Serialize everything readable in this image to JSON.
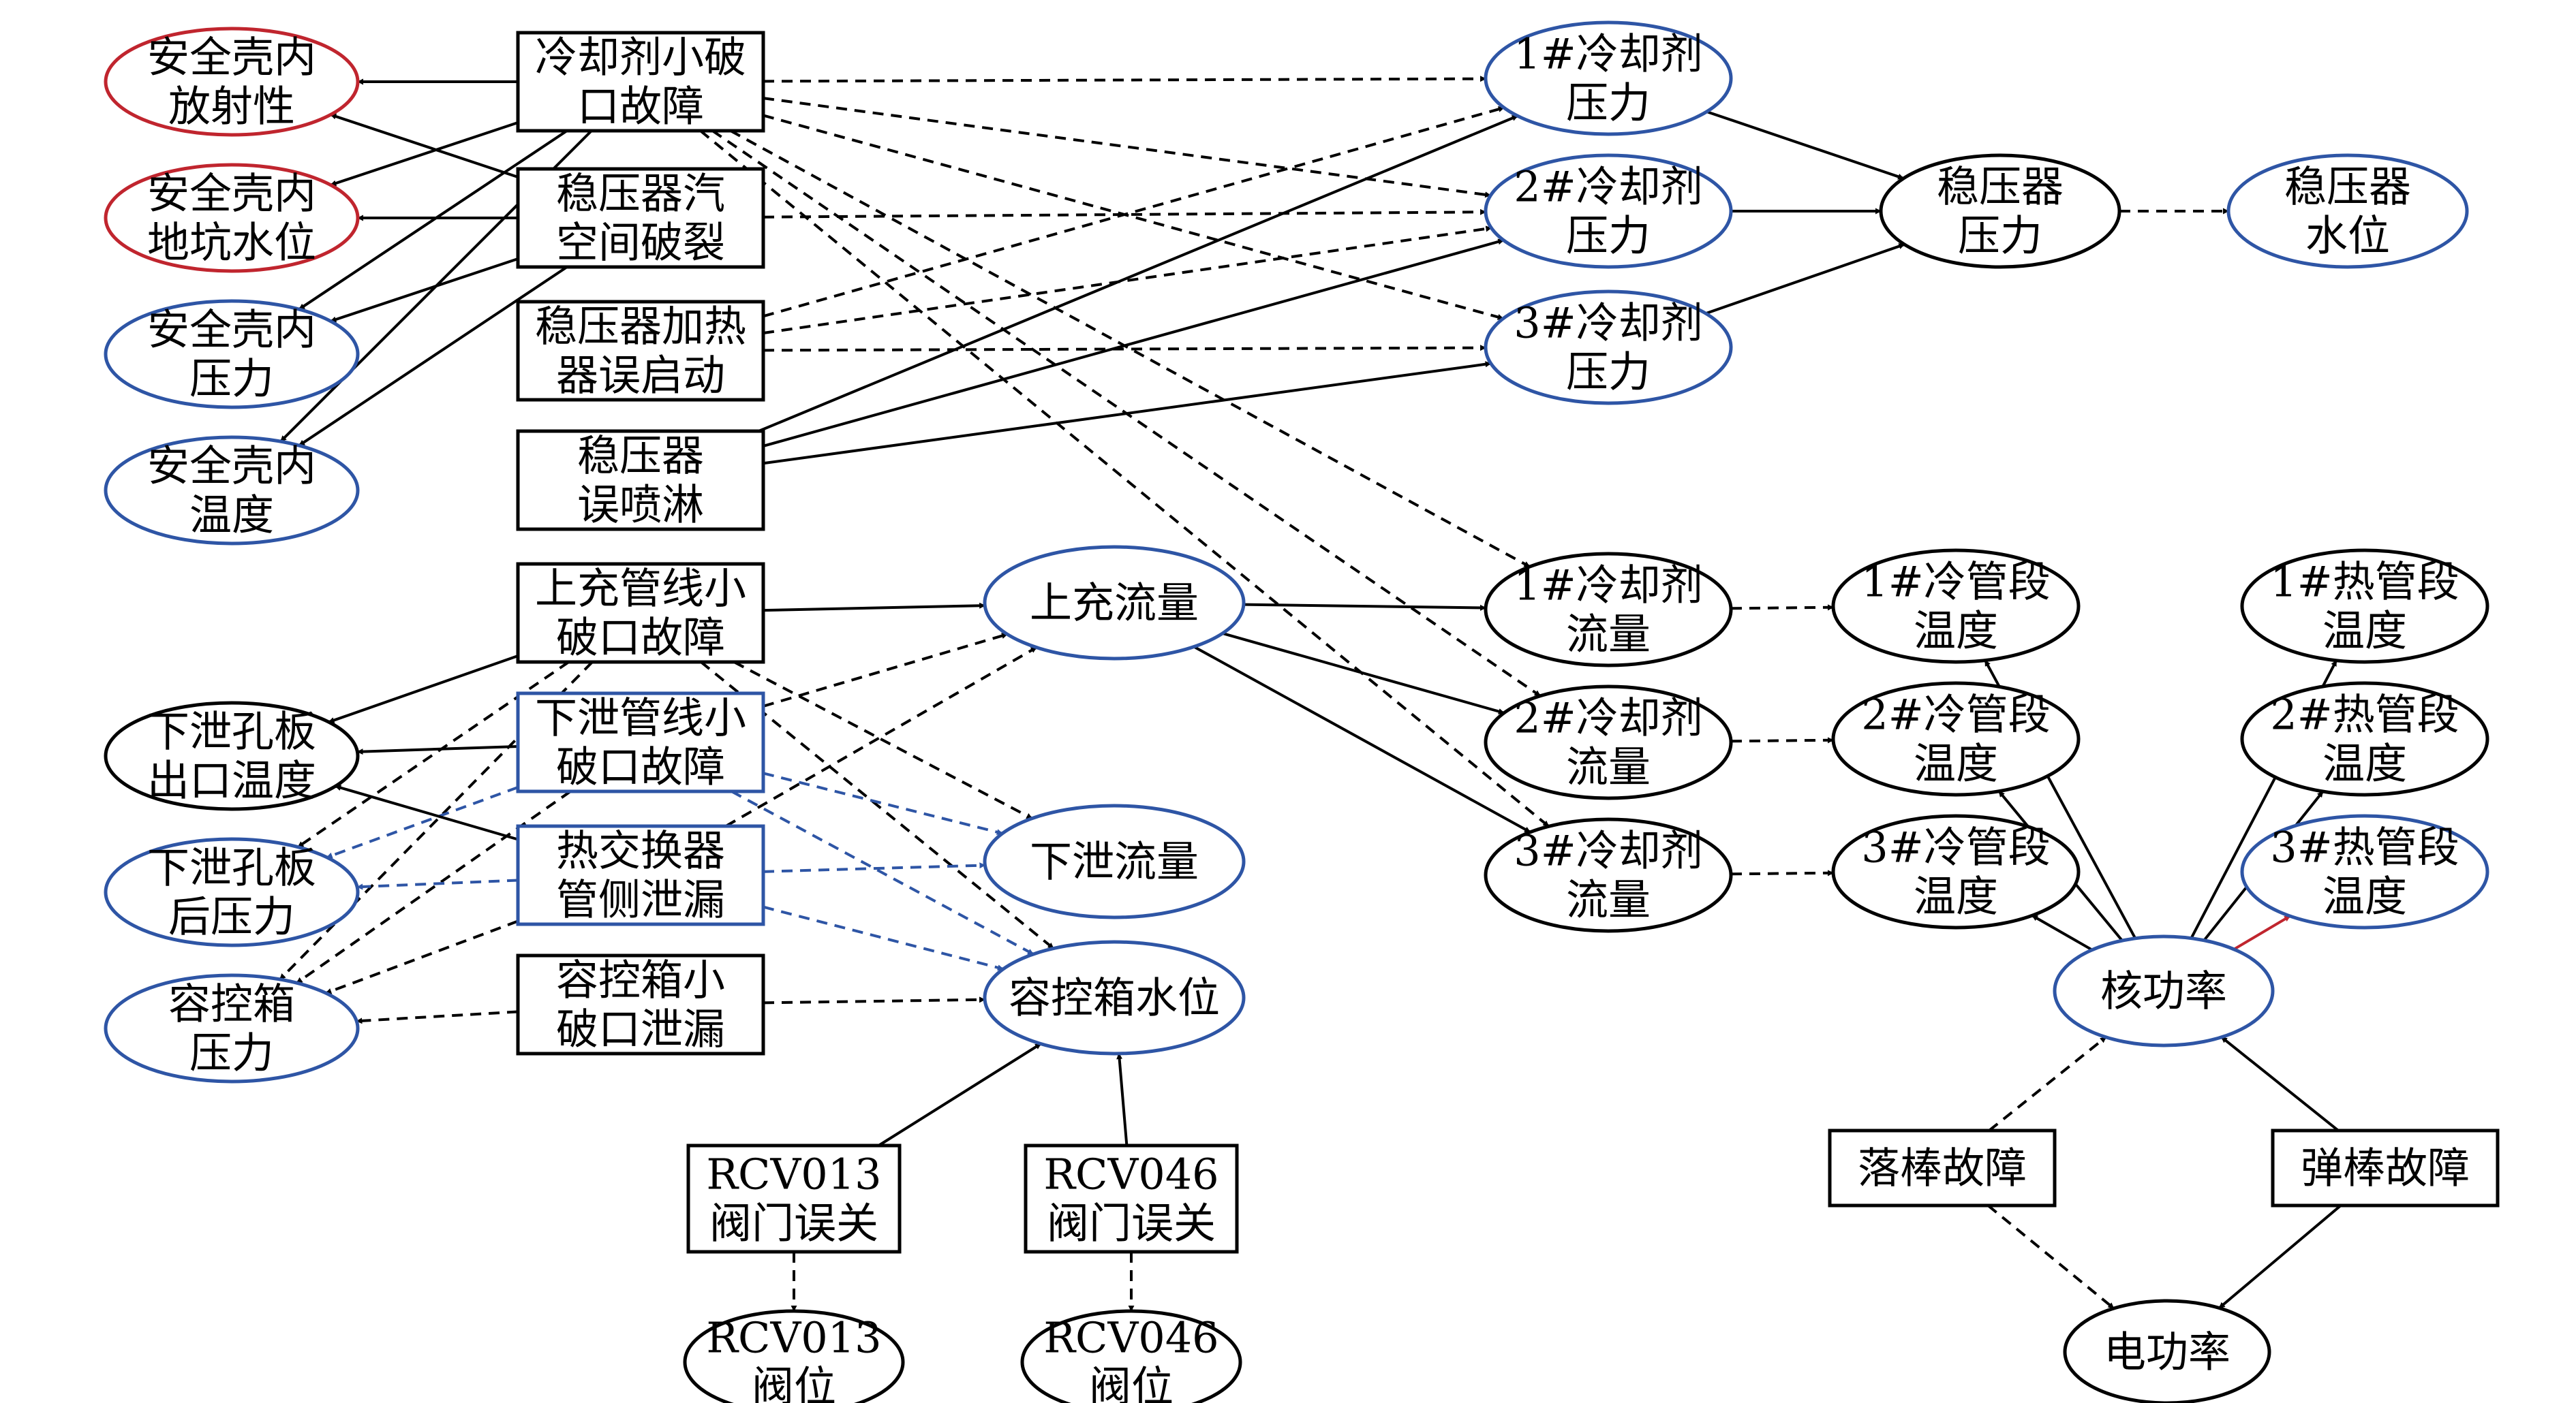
{
  "colors": {
    "red": "#c0252e",
    "blue": "#2e55a5",
    "black": "#000000"
  },
  "nodes": {
    "n_fangshe": {
      "lines": [
        "安全壳内",
        "放射性"
      ],
      "shape": "ellipse",
      "color": "red"
    },
    "n_dikeng": {
      "lines": [
        "安全壳内",
        "地坑水位"
      ],
      "shape": "ellipse",
      "color": "red"
    },
    "n_yali": {
      "lines": [
        "安全壳内",
        "压力"
      ],
      "shape": "ellipse",
      "color": "blue"
    },
    "n_wendu": {
      "lines": [
        "安全壳内",
        "温度"
      ],
      "shape": "ellipse",
      "color": "blue"
    },
    "f_lqjxpk": {
      "lines": [
        "冷却剂小破",
        "口故障"
      ],
      "shape": "rect",
      "color": "black"
    },
    "f_wyqq": {
      "lines": [
        "稳压器汽",
        "空间破裂"
      ],
      "shape": "rect",
      "color": "black"
    },
    "f_wyqjr": {
      "lines": [
        "稳压器加热",
        "器误启动"
      ],
      "shape": "rect",
      "color": "black"
    },
    "f_wyqpl": {
      "lines": [
        "稳压器",
        "误喷淋"
      ],
      "shape": "rect",
      "color": "black"
    },
    "f_scgx": {
      "lines": [
        "上充管线小",
        "破口故障"
      ],
      "shape": "rect",
      "color": "black"
    },
    "f_xxgx": {
      "lines": [
        "下泄管线小",
        "破口故障"
      ],
      "shape": "rect",
      "color": "blue"
    },
    "f_rjhq": {
      "lines": [
        "热交换器",
        "管侧泄漏"
      ],
      "shape": "rect",
      "color": "blue"
    },
    "f_rkx": {
      "lines": [
        "容控箱小",
        "破口泄漏"
      ],
      "shape": "rect",
      "color": "black"
    },
    "n_xxkb_wd": {
      "lines": [
        "下泄孔板",
        "出口温度"
      ],
      "shape": "ellipse",
      "color": "black"
    },
    "n_xxkb_yl": {
      "lines": [
        "下泄孔板",
        "后压力"
      ],
      "shape": "ellipse",
      "color": "blue"
    },
    "n_rkx_yl": {
      "lines": [
        "容控箱",
        "压力"
      ],
      "shape": "ellipse",
      "color": "blue"
    },
    "n_scll": {
      "lines": [
        "上充流量"
      ],
      "shape": "ellipse",
      "color": "blue"
    },
    "n_xxll": {
      "lines": [
        "下泄流量"
      ],
      "shape": "ellipse",
      "color": "blue"
    },
    "n_rkx_sw": {
      "lines": [
        "容控箱水位"
      ],
      "shape": "ellipse",
      "color": "blue"
    },
    "f_rcv013": {
      "lines": [
        "RCV013",
        "阀门误关"
      ],
      "shape": "rect",
      "color": "black"
    },
    "f_rcv046": {
      "lines": [
        "RCV046",
        "阀门误关"
      ],
      "shape": "rect",
      "color": "black"
    },
    "n_rcv013": {
      "lines": [
        "RCV013",
        "阀位"
      ],
      "shape": "ellipse",
      "color": "black"
    },
    "n_rcv046": {
      "lines": [
        "RCV046",
        "阀位"
      ],
      "shape": "ellipse",
      "color": "black"
    },
    "n_p1": {
      "lines": [
        "1#冷却剂",
        "压力"
      ],
      "shape": "ellipse",
      "color": "blue"
    },
    "n_p2": {
      "lines": [
        "2#冷却剂",
        "压力"
      ],
      "shape": "ellipse",
      "color": "blue"
    },
    "n_p3": {
      "lines": [
        "3#冷却剂",
        "压力"
      ],
      "shape": "ellipse",
      "color": "blue"
    },
    "n_wyq_yl": {
      "lines": [
        "稳压器",
        "压力"
      ],
      "shape": "ellipse",
      "color": "black"
    },
    "n_wyq_sw": {
      "lines": [
        "稳压器",
        "水位"
      ],
      "shape": "ellipse",
      "color": "blue"
    },
    "n_q1": {
      "lines": [
        "1#冷却剂",
        "流量"
      ],
      "shape": "ellipse",
      "color": "black"
    },
    "n_q2": {
      "lines": [
        "2#冷却剂",
        "流量"
      ],
      "shape": "ellipse",
      "color": "black"
    },
    "n_q3": {
      "lines": [
        "3#冷却剂",
        "流量"
      ],
      "shape": "ellipse",
      "color": "black"
    },
    "n_c1": {
      "lines": [
        "1#冷管段",
        "温度"
      ],
      "shape": "ellipse",
      "color": "black"
    },
    "n_c2": {
      "lines": [
        "2#冷管段",
        "温度"
      ],
      "shape": "ellipse",
      "color": "black"
    },
    "n_c3": {
      "lines": [
        "3#冷管段",
        "温度"
      ],
      "shape": "ellipse",
      "color": "black"
    },
    "n_h1": {
      "lines": [
        "1#热管段",
        "温度"
      ],
      "shape": "ellipse",
      "color": "black"
    },
    "n_h2": {
      "lines": [
        "2#热管段",
        "温度"
      ],
      "shape": "ellipse",
      "color": "black"
    },
    "n_h3": {
      "lines": [
        "3#热管段",
        "温度"
      ],
      "shape": "ellipse",
      "color": "blue"
    },
    "n_hgl": {
      "lines": [
        "核功率"
      ],
      "shape": "ellipse",
      "color": "blue"
    },
    "f_lbgz": {
      "lines": [
        "落棒故障"
      ],
      "shape": "rect",
      "color": "black"
    },
    "f_dbgz": {
      "lines": [
        "弹棒故障"
      ],
      "shape": "rect",
      "color": "black"
    },
    "n_dgl": {
      "lines": [
        "电功率"
      ],
      "shape": "ellipse",
      "color": "black"
    }
  },
  "edges": [
    {
      "from": "f_lqjxpk",
      "to": "n_fangshe",
      "style": "solid",
      "color": "black"
    },
    {
      "from": "f_lqjxpk",
      "to": "n_dikeng",
      "style": "solid",
      "color": "black"
    },
    {
      "from": "f_lqjxpk",
      "to": "n_yali",
      "style": "solid",
      "color": "black"
    },
    {
      "from": "f_lqjxpk",
      "to": "n_wendu",
      "style": "solid",
      "color": "black"
    },
    {
      "from": "f_wyqq",
      "to": "n_fangshe",
      "style": "solid",
      "color": "black"
    },
    {
      "from": "f_wyqq",
      "to": "n_dikeng",
      "style": "solid",
      "color": "black"
    },
    {
      "from": "f_wyqq",
      "to": "n_yali",
      "style": "solid",
      "color": "black"
    },
    {
      "from": "f_wyqq",
      "to": "n_wendu",
      "style": "solid",
      "color": "black"
    },
    {
      "from": "f_lqjxpk",
      "to": "n_p1",
      "style": "dashed",
      "color": "black"
    },
    {
      "from": "f_wyqq",
      "to": "n_p2",
      "style": "dashed",
      "color": "black"
    },
    {
      "from": "f_wyqjr",
      "to": "n_p1",
      "style": "dashed",
      "color": "black"
    },
    {
      "from": "f_wyqjr",
      "to": "n_p2",
      "style": "dashed",
      "color": "black"
    },
    {
      "from": "f_wyqjr",
      "to": "n_p3",
      "style": "dashed",
      "color": "black"
    },
    {
      "from": "f_wyqpl",
      "to": "n_p1",
      "style": "solid",
      "color": "black"
    },
    {
      "from": "f_wyqpl",
      "to": "n_p2",
      "style": "solid",
      "color": "black"
    },
    {
      "from": "f_wyqpl",
      "to": "n_p3",
      "style": "solid",
      "color": "black"
    },
    {
      "from": "f_lqjxpk",
      "to": "n_p2",
      "style": "dashed",
      "color": "black"
    },
    {
      "from": "f_lqjxpk",
      "to": "n_p3",
      "style": "dashed",
      "color": "black"
    },
    {
      "from": "f_lqjxpk",
      "to": "n_q1",
      "style": "dashed",
      "color": "black"
    },
    {
      "from": "f_lqjxpk",
      "to": "n_q2",
      "style": "dashed",
      "color": "black"
    },
    {
      "from": "f_lqjxpk",
      "to": "n_q3",
      "style": "dashed",
      "color": "black"
    },
    {
      "from": "n_p1",
      "to": "n_wyq_yl",
      "style": "solid",
      "color": "black"
    },
    {
      "from": "n_p2",
      "to": "n_wyq_yl",
      "style": "solid",
      "color": "black"
    },
    {
      "from": "n_p3",
      "to": "n_wyq_yl",
      "style": "solid",
      "color": "black"
    },
    {
      "from": "n_wyq_yl",
      "to": "n_wyq_sw",
      "style": "dashed",
      "color": "black"
    },
    {
      "from": "f_scgx",
      "to": "n_scll",
      "style": "solid",
      "color": "black"
    },
    {
      "from": "f_scgx",
      "to": "n_xxkb_wd",
      "style": "solid",
      "color": "black"
    },
    {
      "from": "f_scgx",
      "to": "n_xxkb_yl",
      "style": "dashed",
      "color": "black"
    },
    {
      "from": "f_scgx",
      "to": "n_rkx_yl",
      "style": "dashed",
      "color": "black"
    },
    {
      "from": "f_scgx",
      "to": "n_xxll",
      "style": "dashed",
      "color": "black"
    },
    {
      "from": "f_scgx",
      "to": "n_rkx_sw",
      "style": "dashed",
      "color": "black"
    },
    {
      "from": "f_xxgx",
      "to": "n_xxkb_wd",
      "style": "solid",
      "color": "black"
    },
    {
      "from": "f_xxgx",
      "to": "n_xxkb_yl",
      "style": "dashed",
      "color": "blue"
    },
    {
      "from": "f_xxgx",
      "to": "n_rkx_yl",
      "style": "dashed",
      "color": "black"
    },
    {
      "from": "f_xxgx",
      "to": "n_scll",
      "style": "dashed",
      "color": "black"
    },
    {
      "from": "f_xxgx",
      "to": "n_xxll",
      "style": "dashed",
      "color": "blue"
    },
    {
      "from": "f_xxgx",
      "to": "n_rkx_sw",
      "style": "dashed",
      "color": "blue"
    },
    {
      "from": "f_rjhq",
      "to": "n_xxkb_wd",
      "style": "solid",
      "color": "black"
    },
    {
      "from": "f_rjhq",
      "to": "n_xxkb_yl",
      "style": "dashed",
      "color": "blue"
    },
    {
      "from": "f_rjhq",
      "to": "n_rkx_yl",
      "style": "dashed",
      "color": "black"
    },
    {
      "from": "f_rjhq",
      "to": "n_scll",
      "style": "dashed",
      "color": "black"
    },
    {
      "from": "f_rjhq",
      "to": "n_xxll",
      "style": "dashed",
      "color": "blue"
    },
    {
      "from": "f_rjhq",
      "to": "n_rkx_sw",
      "style": "dashed",
      "color": "blue"
    },
    {
      "from": "f_rkx",
      "to": "n_rkx_yl",
      "style": "dashed",
      "color": "black"
    },
    {
      "from": "f_rkx",
      "to": "n_rkx_sw",
      "style": "dashed",
      "color": "black"
    },
    {
      "from": "f_rcv013",
      "to": "n_rkx_sw",
      "style": "solid",
      "color": "black"
    },
    {
      "from": "f_rcv046",
      "to": "n_rkx_sw",
      "style": "solid",
      "color": "black"
    },
    {
      "from": "f_rcv013",
      "to": "n_rcv013",
      "style": "dashed",
      "color": "black"
    },
    {
      "from": "f_rcv046",
      "to": "n_rcv046",
      "style": "dashed",
      "color": "black"
    },
    {
      "from": "n_scll",
      "to": "n_q1",
      "style": "solid",
      "color": "black"
    },
    {
      "from": "n_scll",
      "to": "n_q2",
      "style": "solid",
      "color": "black"
    },
    {
      "from": "n_scll",
      "to": "n_q3",
      "style": "solid",
      "color": "black"
    },
    {
      "from": "n_q1",
      "to": "n_c1",
      "style": "dashed",
      "color": "black"
    },
    {
      "from": "n_q2",
      "to": "n_c2",
      "style": "dashed",
      "color": "black"
    },
    {
      "from": "n_q3",
      "to": "n_c3",
      "style": "dashed",
      "color": "black"
    },
    {
      "from": "n_hgl",
      "to": "n_c1",
      "style": "solid",
      "color": "black"
    },
    {
      "from": "n_hgl",
      "to": "n_c2",
      "style": "solid",
      "color": "black"
    },
    {
      "from": "n_hgl",
      "to": "n_c3",
      "style": "solid",
      "color": "black"
    },
    {
      "from": "n_hgl",
      "to": "n_h1",
      "style": "solid",
      "color": "black"
    },
    {
      "from": "n_hgl",
      "to": "n_h2",
      "style": "solid",
      "color": "black"
    },
    {
      "from": "n_hgl",
      "to": "n_h3",
      "style": "solid",
      "color": "red"
    },
    {
      "from": "f_lbgz",
      "to": "n_hgl",
      "style": "dashed",
      "color": "black"
    },
    {
      "from": "f_dbgz",
      "to": "n_hgl",
      "style": "solid",
      "color": "black"
    },
    {
      "from": "f_lbgz",
      "to": "n_dgl",
      "style": "dashed",
      "color": "black"
    },
    {
      "from": "f_dbgz",
      "to": "n_dgl",
      "style": "solid",
      "color": "black"
    }
  ]
}
